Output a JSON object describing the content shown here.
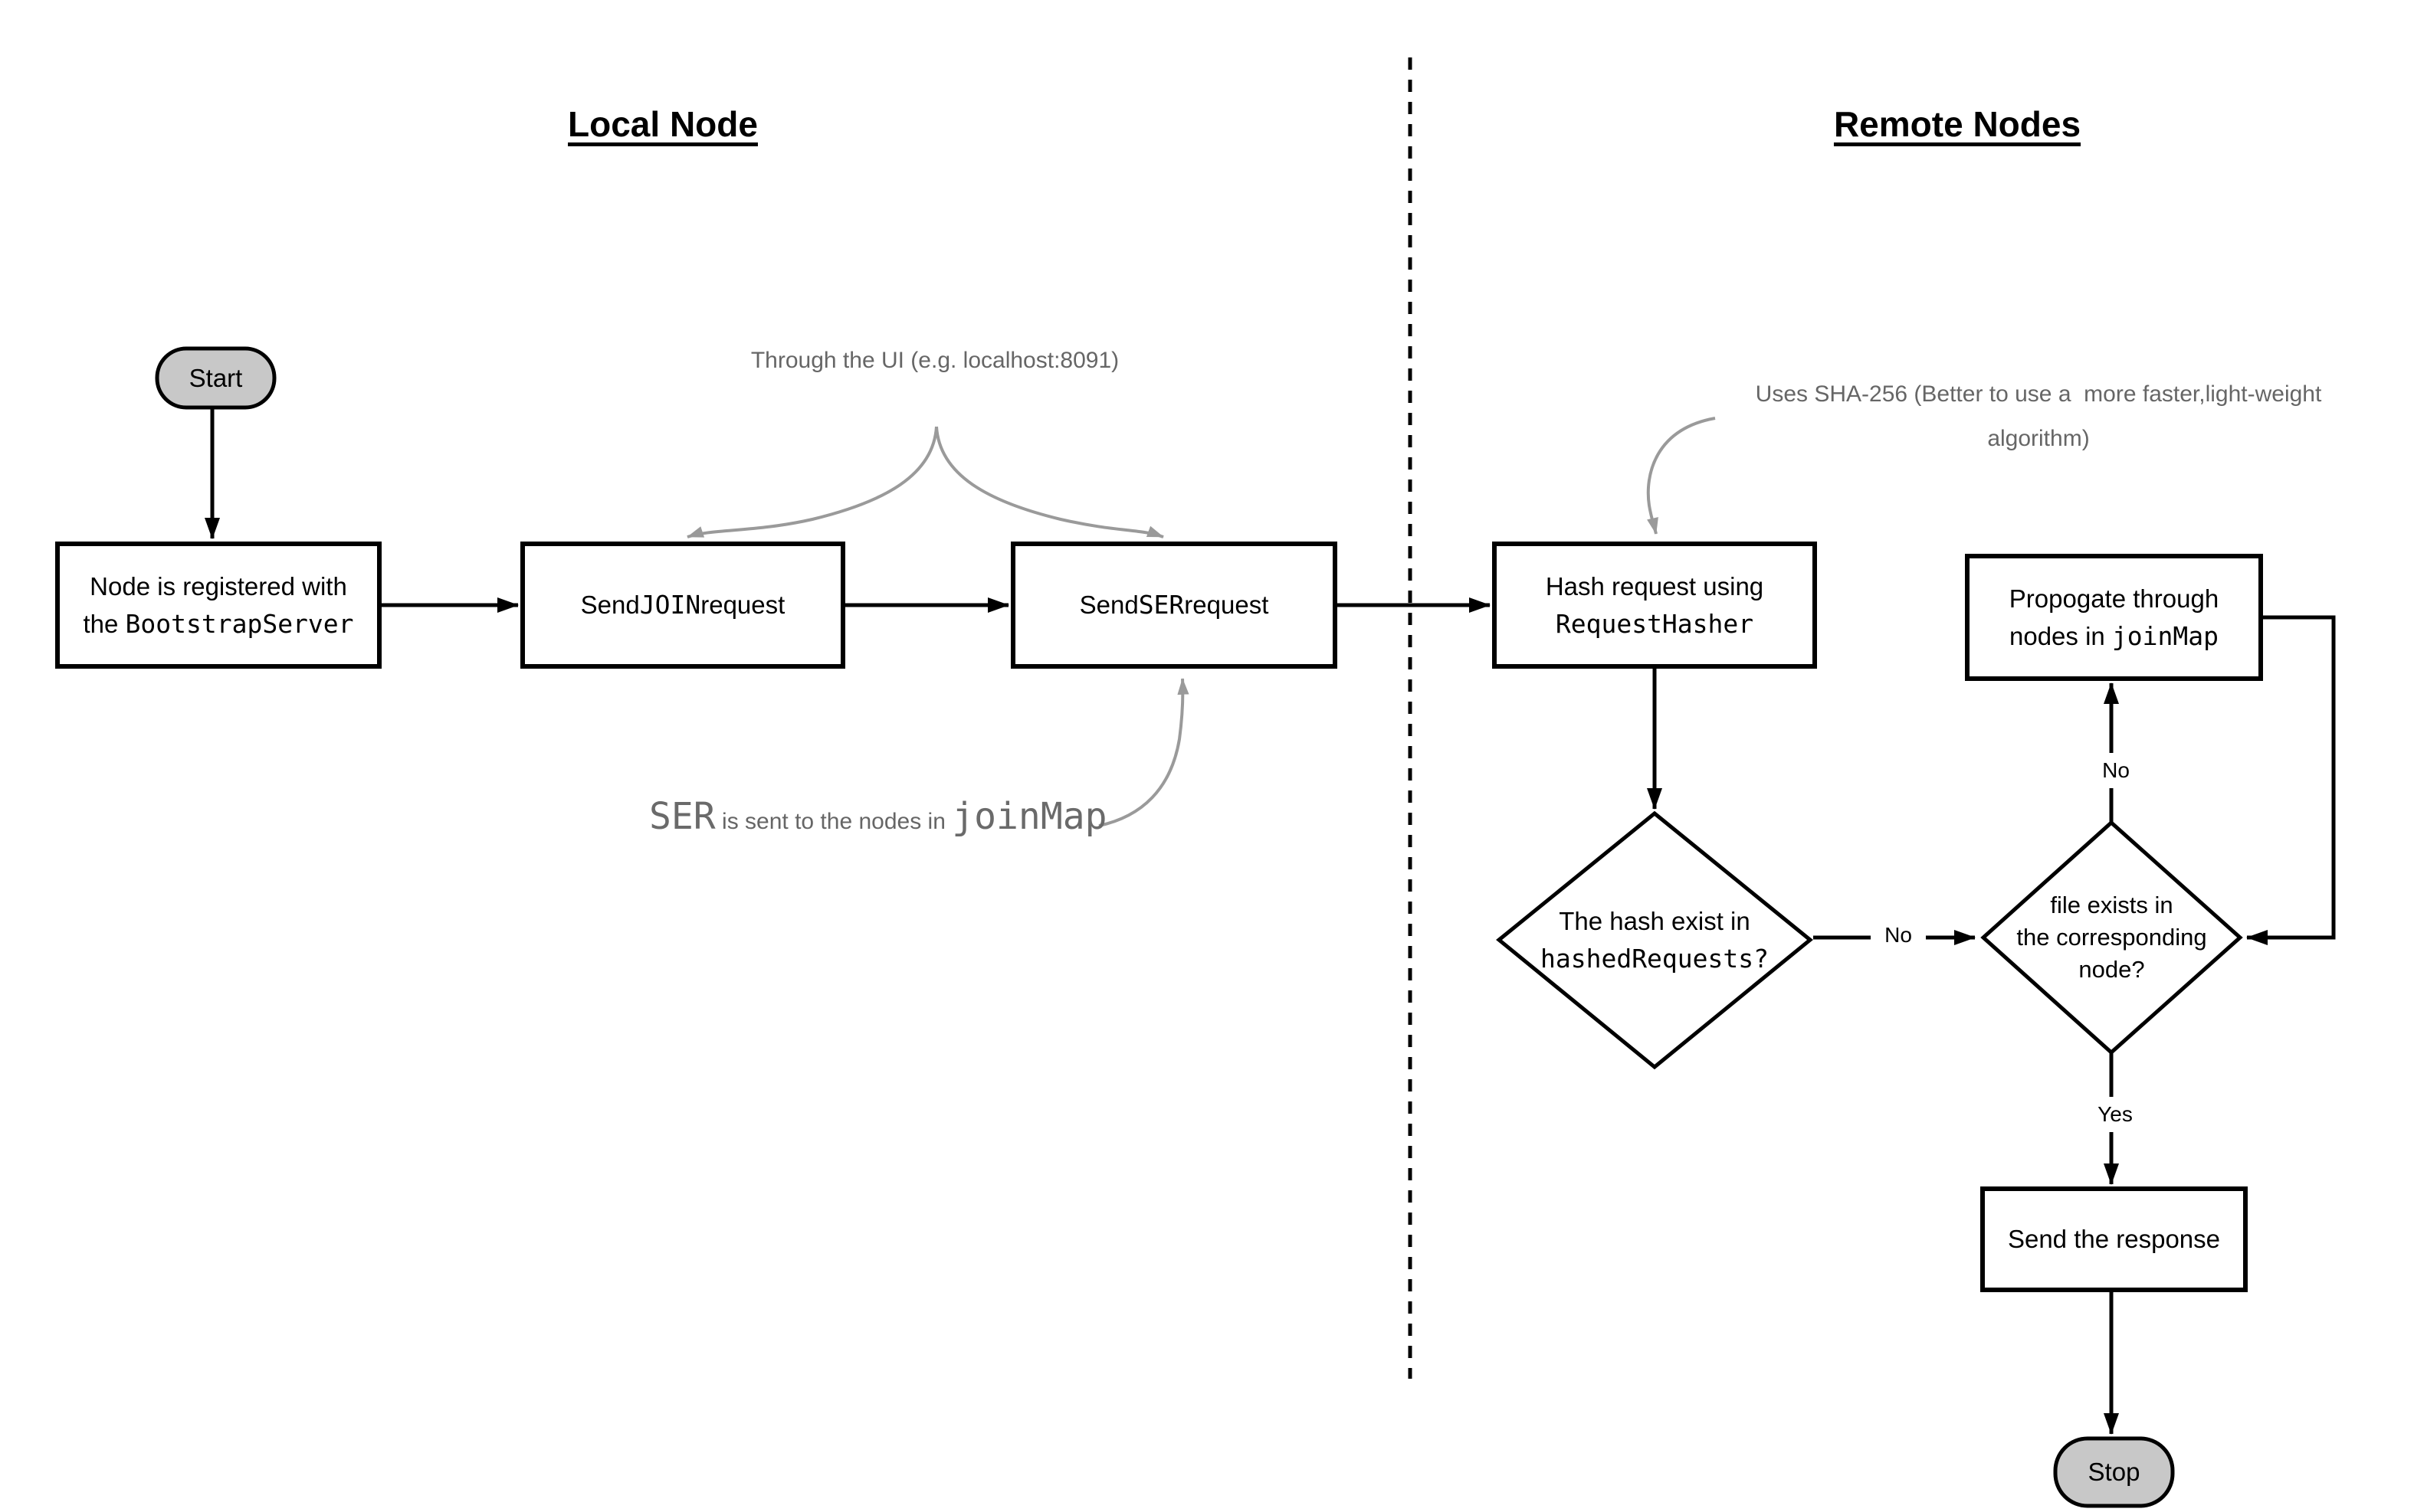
{
  "titles": {
    "local": "Local Node",
    "remote": "Remote Nodes"
  },
  "terminals": {
    "start": "Start",
    "stop": "Stop"
  },
  "nodes": {
    "register": {
      "line1": "Node is registered with",
      "line2_text": "the ",
      "line2_code": "BootstrapServer"
    },
    "join": {
      "pre": "Send ",
      "code": "JOIN",
      "post": " request"
    },
    "ser": {
      "pre": "Send ",
      "code": "SER",
      "post": " request"
    },
    "hash": {
      "line1": "Hash request using",
      "line2_code": "RequestHasher"
    },
    "propagate": {
      "line1": "Propogate through",
      "line2_text": "nodes in ",
      "line2_code": "joinMap"
    },
    "response": {
      "label": "Send the response"
    }
  },
  "decisions": {
    "hash_exists": {
      "line1": "The hash exist in",
      "line2_code": "hashedRequests?"
    },
    "file_exists": {
      "line1": "file exists in",
      "line2": "the corresponding",
      "line3": "node?"
    }
  },
  "edge_labels": {
    "no_between": "No",
    "no_up": "No",
    "yes": "Yes"
  },
  "annotations": {
    "ui_note": "Through the UI (e.g. localhost:8091)",
    "sha_note_line1": "Uses SHA-256 (Better to use a  more faster,light-weight",
    "sha_note_line2": "algorithm)",
    "ser_note_code1": "SER",
    "ser_note_text": " is sent to the nodes in ",
    "ser_note_code2": "joinMap"
  },
  "colors": {
    "terminal_fill": "#c8c8c8",
    "stroke": "#000000",
    "annotation_text": "#666666",
    "annotation_curve": "#9a9a9a"
  }
}
